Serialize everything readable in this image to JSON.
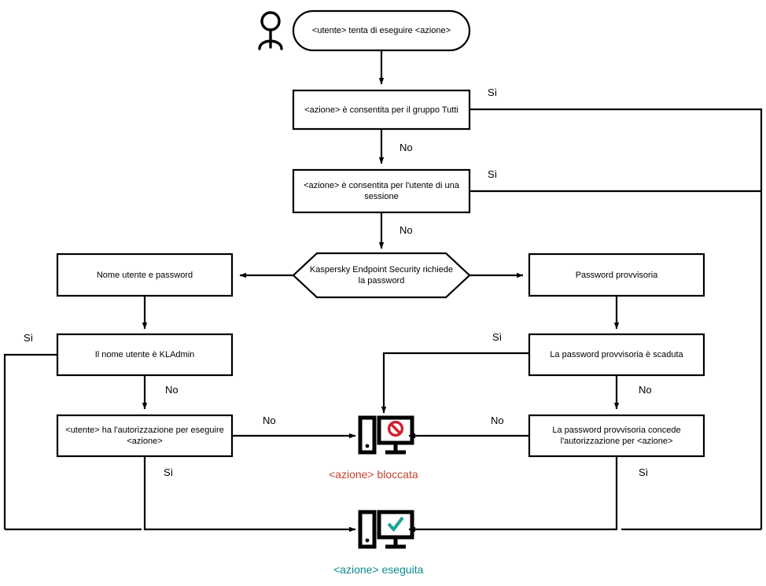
{
  "diagram": {
    "title": "Kaspersky Endpoint Security password authorization flow",
    "language": "it",
    "colors": {
      "stroke": "#000000",
      "background": "#ffffff",
      "blocked_text": "#C8452E",
      "executed_text": "#0B8A8F",
      "blocked_icon_mark": "#D0202B",
      "executed_icon_mark": "#17A398"
    },
    "nodes": {
      "actor": {
        "label": "",
        "icon": "user-icon"
      },
      "start": {
        "label": "<utente> tenta di eseguire <azione>",
        "shape": "rounded"
      },
      "d1": {
        "label": "<azione> è consentita per il gruppo Tutti",
        "shape": "rect"
      },
      "d2": {
        "label": "<azione> è consentita per l'utente di una sessione",
        "shape": "rect"
      },
      "hex": {
        "label": "Kaspersky Endpoint Security richiede la password",
        "shape": "hexagon"
      },
      "left1": {
        "label": "Nome utente e password",
        "shape": "rect"
      },
      "right1": {
        "label": "Password provvisoria",
        "shape": "rect"
      },
      "left2": {
        "label": "Il nome utente è KLAdmin",
        "shape": "rect"
      },
      "right2": {
        "label": "La password provvisoria è scaduta",
        "shape": "rect"
      },
      "left3": {
        "label": "<utente> ha l'autorizzazione per eseguire <azione>",
        "shape": "rect"
      },
      "right3": {
        "label": "La password provvisoria concede l'autorizzazione per <azione>",
        "shape": "rect"
      },
      "blocked": {
        "label": "<azione> bloccata",
        "icon": "computer-blocked-icon"
      },
      "executed": {
        "label": "<azione> eseguita",
        "icon": "computer-check-icon"
      }
    },
    "edge_labels": {
      "d1_yes": "Sì",
      "d1_no": "No",
      "d2_yes": "Sì",
      "d2_no": "No",
      "left2_yes": "Sì",
      "left2_no": "No",
      "left3_no": "No",
      "left3_yes": "Sì",
      "right2_yes": "Sì",
      "right2_no": "No",
      "right3_no": "No",
      "right3_yes": "Sì"
    }
  }
}
